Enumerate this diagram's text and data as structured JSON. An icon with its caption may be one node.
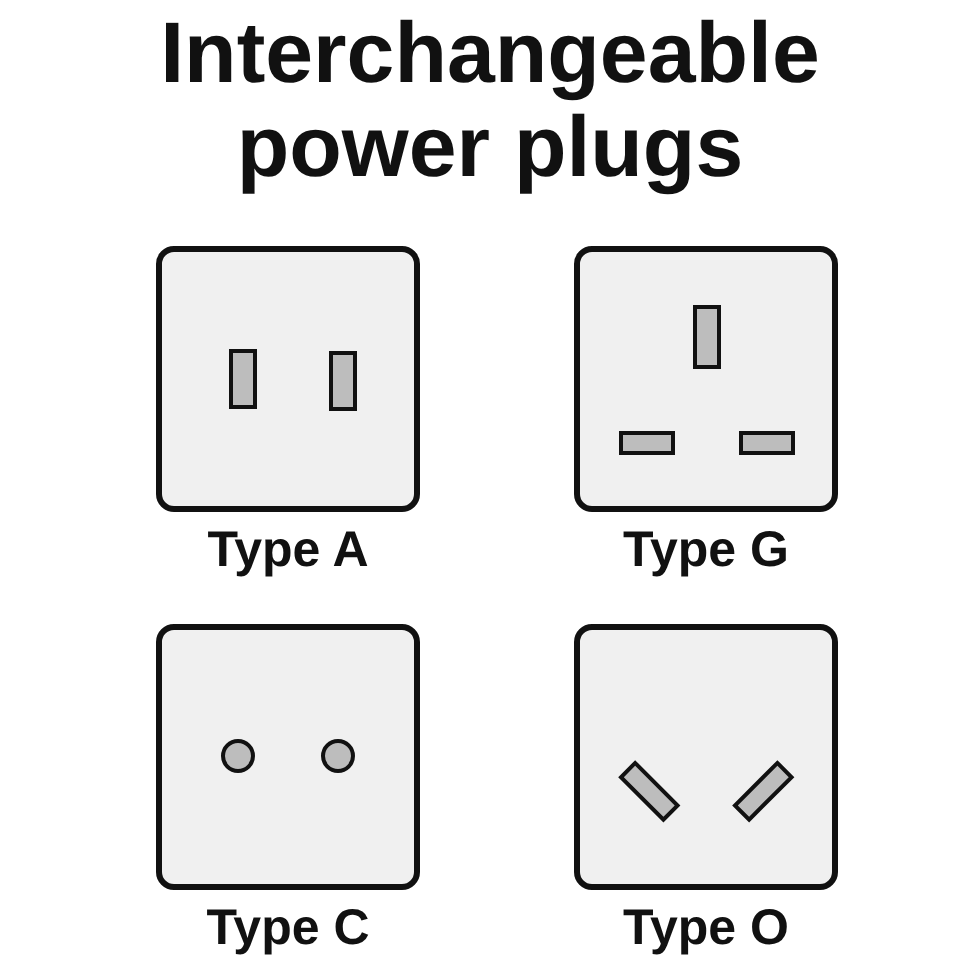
{
  "diagram": {
    "title": "Interchangeable power plugs",
    "nodes": [
      {
        "text": [
          "Type A"
        ]
      },
      {
        "text": [
          "Type G"
        ]
      },
      {
        "text": [
          "Type C"
        ]
      },
      {
        "text": [
          "Type O"
        ]
      }
    ]
  }
}
